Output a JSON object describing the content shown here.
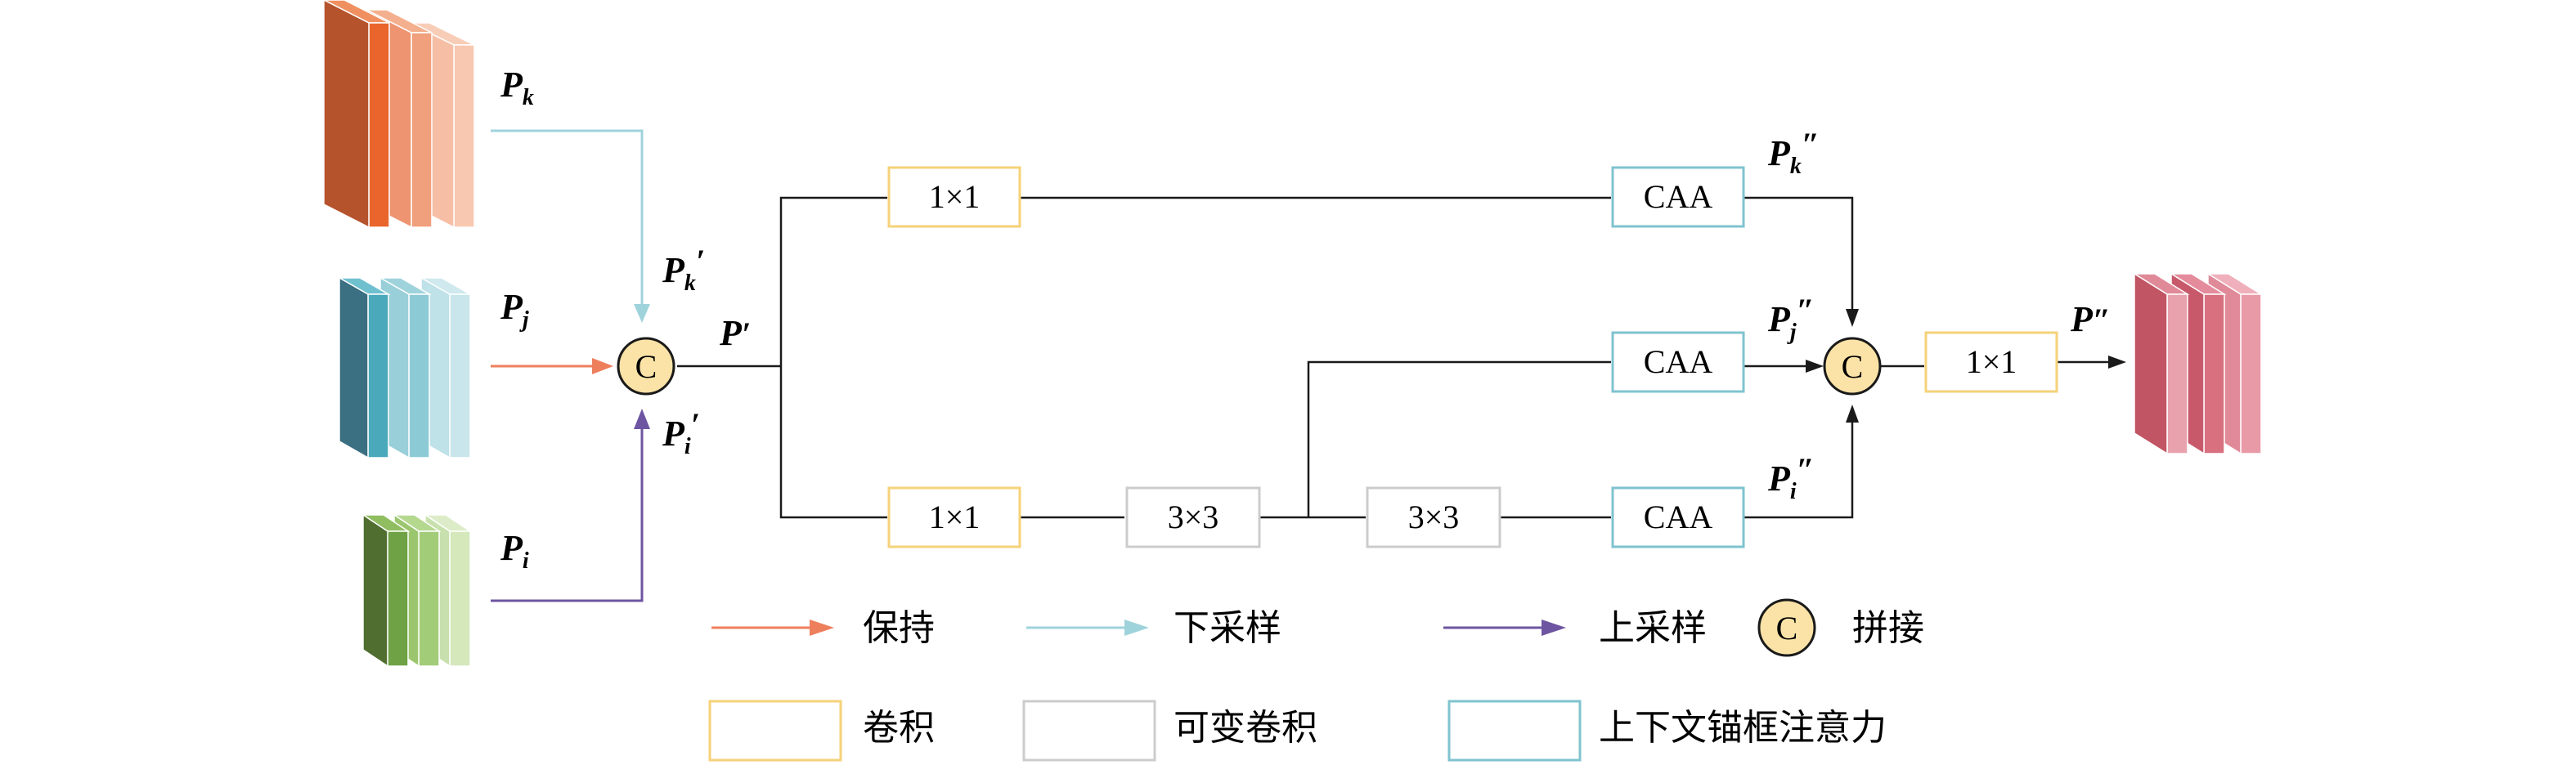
{
  "colors": {
    "keep": "#ee7f5d",
    "downsample": "#9fd3dc",
    "upsample": "#6e55a2",
    "concat_fill": "#fbe3a7",
    "conv_border": "#f5d27a",
    "deform_border": "#cccccc",
    "caa_border": "#7fc3cf",
    "line": "#1a1a1a"
  },
  "inputs": {
    "pk": {
      "base": "P",
      "sub": "k"
    },
    "pj": {
      "base": "P",
      "sub": "j"
    },
    "pi": {
      "base": "P",
      "sub": "i"
    }
  },
  "labels": {
    "pk_prime": {
      "base": "P",
      "sub": "k",
      "prime": "′"
    },
    "pi_prime": {
      "base": "P",
      "sub": "i",
      "prime": "′"
    },
    "p_prime": {
      "base": "P",
      "prime": "′"
    },
    "pk_dprime": {
      "base": "P",
      "sub": "k",
      "prime": "″"
    },
    "pj_dprime": {
      "base": "P",
      "sub": "j",
      "prime": "″"
    },
    "pi_dprime": {
      "base": "P",
      "sub": "i",
      "prime": "″"
    },
    "p_dprime": {
      "base": "P",
      "prime": "″"
    }
  },
  "blocks": {
    "conv_top": "1×1",
    "conv_bottom": "1×1",
    "deform_1": "3×3",
    "deform_2": "3×3",
    "caa_top": "CAA",
    "caa_mid": "CAA",
    "caa_bottom": "CAA",
    "conv_out": "1×1"
  },
  "concat_symbol": "C",
  "legend": {
    "keep": "保持",
    "downsample": "下采样",
    "upsample": "上采样",
    "concat": "拼接",
    "conv": "卷积",
    "deform_conv": "可变卷积",
    "caa": "上下文锚框注意力"
  }
}
